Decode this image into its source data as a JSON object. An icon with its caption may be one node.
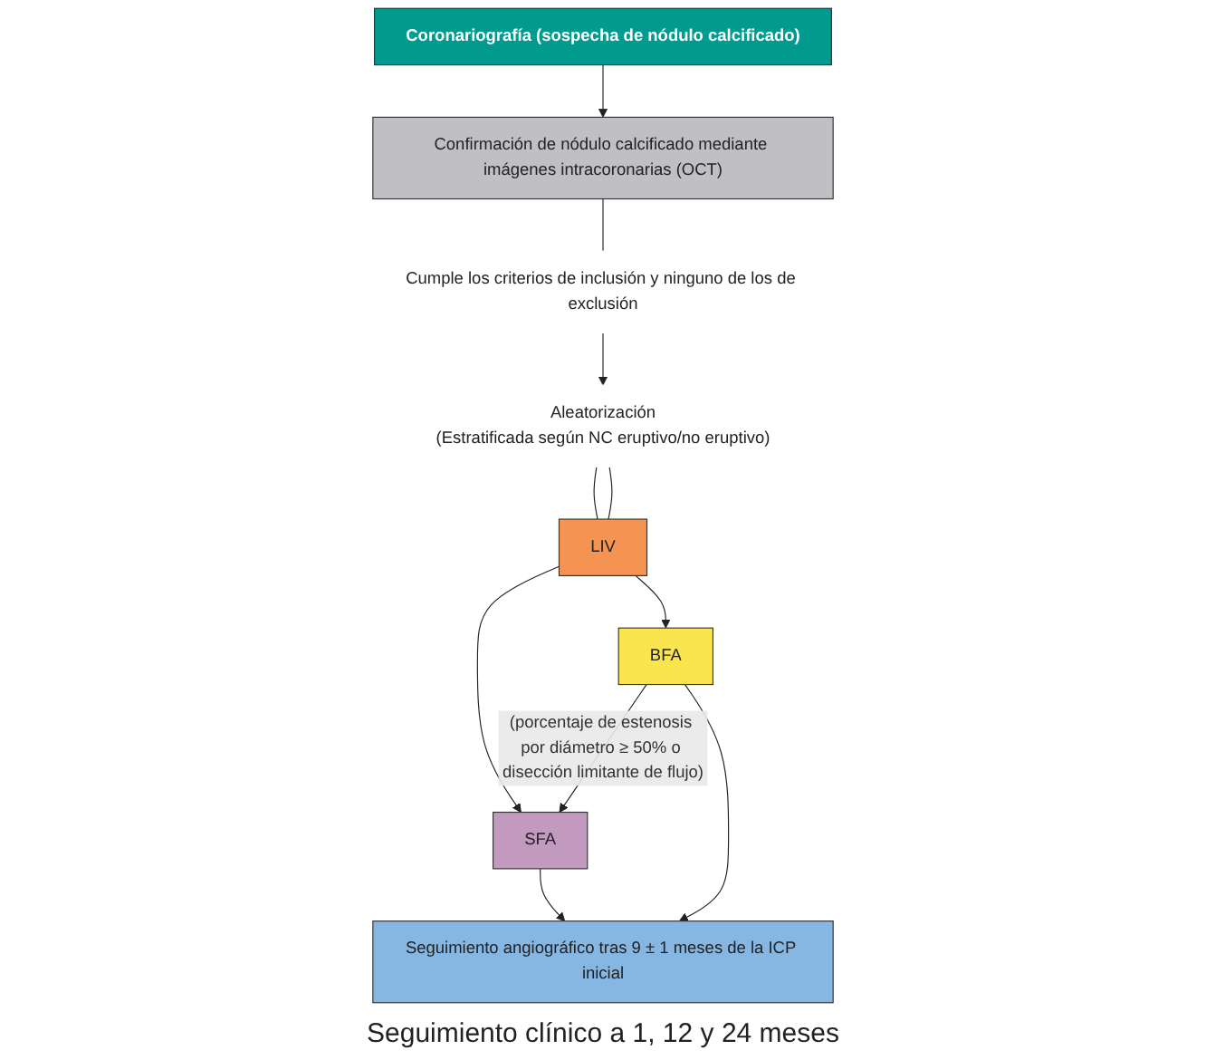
{
  "diagram": {
    "nodes": [
      {
        "text": [
          "Coronariografía (sospecha de nódulo calcificado)"
        ]
      },
      {
        "text": [
          "Confirmación de nódulo calcificado mediante imágenes intracoronarias (OCT)"
        ]
      },
      {
        "text": [
          "Cumple los criterios de inclusión y ninguno de los de exclusión"
        ]
      },
      {
        "text": [
          "Aleatorización",
          "(Estratificada según NC eruptivo/no eruptivo)"
        ]
      },
      {
        "text": [
          "LIV"
        ]
      },
      {
        "text": [
          "SFA"
        ]
      },
      {
        "text": [
          "BFA"
        ]
      },
      {
        "text": [
          "Seguimiento angiográfico tras 9 ± 1 meses de la ICP inicial"
        ],
        "beside": [
          "Seguimiento clínico a 1, 12 y 24 meses"
        ]
      }
    ],
    "edges": [
      {
        "from": 0,
        "to": 1,
        "arrow": "to"
      },
      {
        "from": 1,
        "to": 2,
        "arrow": "none"
      },
      {
        "from": 2,
        "to": 3,
        "arrow": "to"
      },
      {
        "from": 3,
        "to": 4,
        "arrow": "none"
      },
      {
        "from": 3,
        "to": 4,
        "arrow": "none"
      },
      {
        "from": 4,
        "to": 5,
        "arrow": "to"
      },
      {
        "from": 4,
        "to": 6,
        "arrow": "to"
      },
      {
        "from": 6,
        "to": 5,
        "arrow": "to",
        "label": "(porcentaje de estenosis por diámetro ≥ 50% o disección limitante de flujo)"
      },
      {
        "from": 5,
        "to": 7,
        "arrow": "to"
      },
      {
        "from": 6,
        "to": 7,
        "arrow": "to"
      }
    ]
  }
}
